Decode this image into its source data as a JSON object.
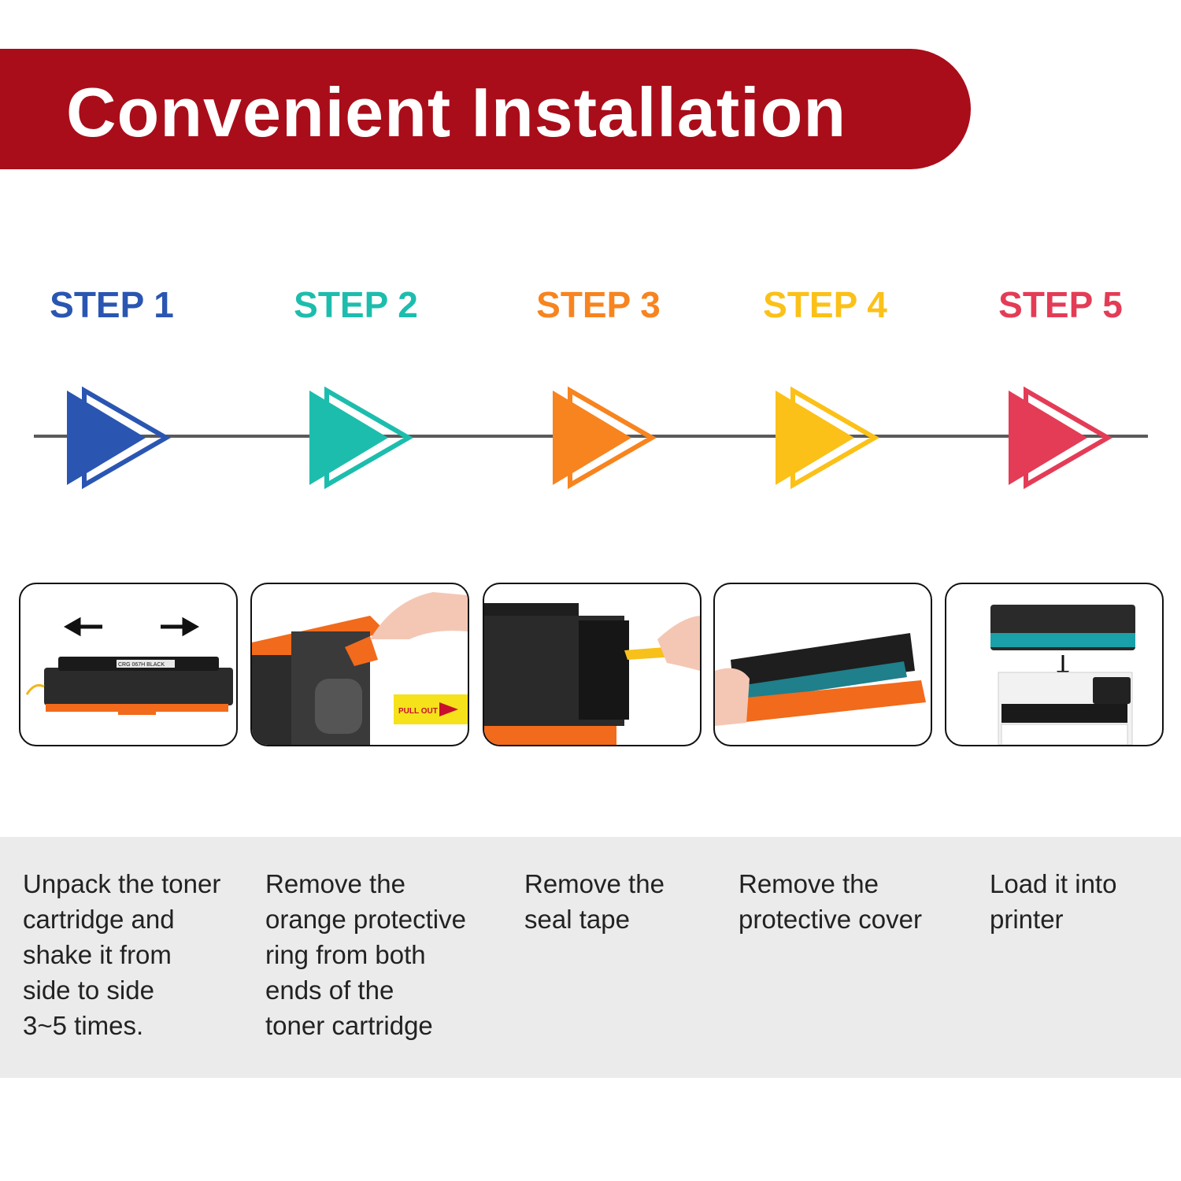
{
  "header": {
    "title": "Convenient Installation",
    "banner_color": "#a90d1a"
  },
  "steps": [
    {
      "label": "STEP 1",
      "color": "#2a56b2",
      "description": "Unpack the toner\ncartridge and\nshake it from\nside to side\n3~5 times.",
      "image_icon": "shake-cartridge-icon",
      "image_text": "CRG 067H BLACK"
    },
    {
      "label": "STEP 2",
      "color": "#1dbdad",
      "description": "Remove the\norange protective\nring from both\nends of the\ntoner cartridge",
      "image_icon": "remove-ring-icon",
      "image_text": "PULL OUT"
    },
    {
      "label": "STEP 3",
      "color": "#f7841f",
      "description": "Remove the\nseal tape",
      "image_icon": "seal-tape-icon"
    },
    {
      "label": "STEP 4",
      "color": "#fbc118",
      "description": "Remove the\nprotective cover",
      "image_icon": "protective-cover-icon"
    },
    {
      "label": "STEP 5",
      "color": "#e43c56",
      "description": "Load it into\nprinter",
      "image_icon": "load-printer-icon"
    }
  ],
  "timeline": {
    "line_color": "#5a5a5a"
  },
  "info_band_color": "#ebebeb"
}
